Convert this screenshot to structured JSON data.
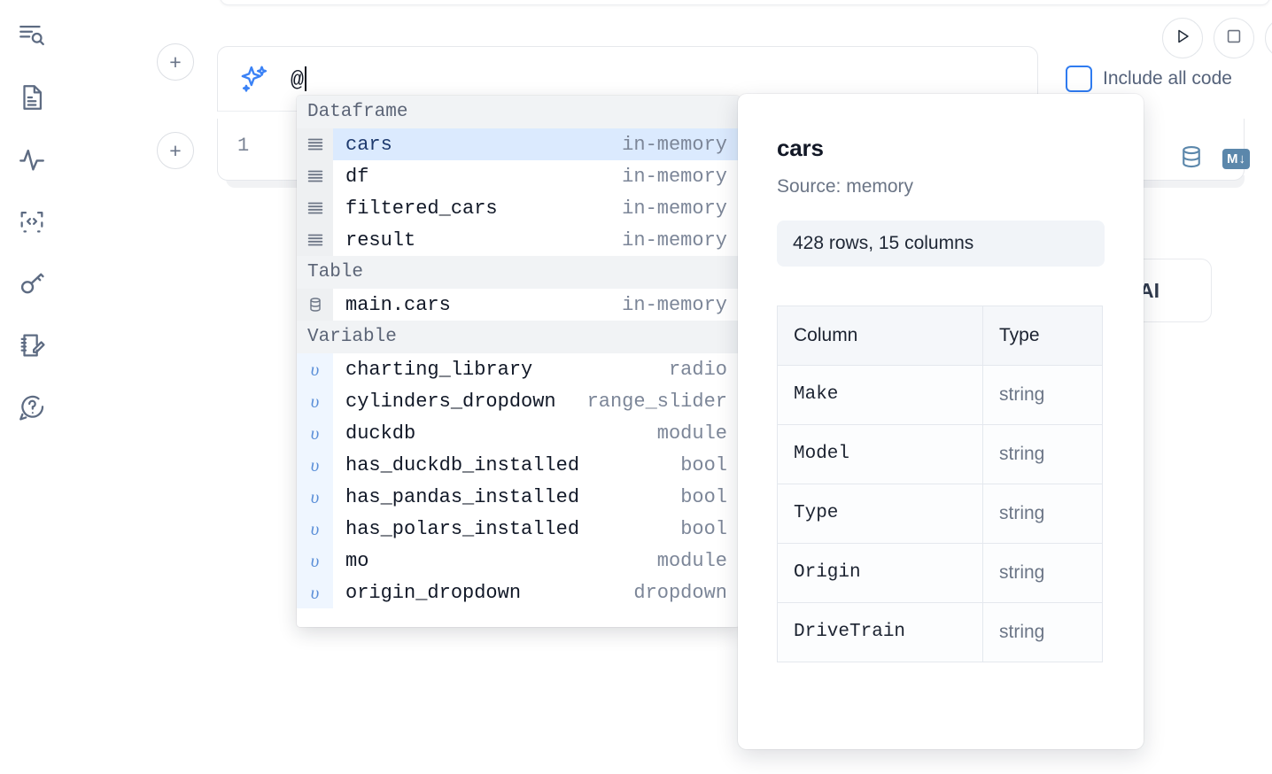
{
  "sidebar": {
    "items": [
      {
        "name": "outline-search-icon",
        "label": "Outline"
      },
      {
        "name": "file-document-icon",
        "label": "Documentation"
      },
      {
        "name": "activity-pulse-icon",
        "label": "Activity"
      },
      {
        "name": "code-snippet-icon",
        "label": "Snippets"
      },
      {
        "name": "key-icon",
        "label": "Secrets"
      },
      {
        "name": "notebook-edit-icon",
        "label": "Scratchpad"
      },
      {
        "name": "help-question-icon",
        "label": "Help"
      }
    ]
  },
  "toolbar": {
    "add_button_label": "+",
    "run_icon": "play-icon",
    "stop_icon": "stop-icon",
    "include_all_code_label": "Include all code",
    "include_all_code_checked": false,
    "accent_color": "#2f7bf0"
  },
  "prompt": {
    "ai_icon": "sparkle-icon",
    "value": "@",
    "placeholder": ""
  },
  "cell": {
    "line_number": "1",
    "database_icon": "database-icon",
    "markdown_badge": "M",
    "markdown_arrow": "↓"
  },
  "background_chip": {
    "label": "h AI"
  },
  "autocomplete": {
    "groups": [
      {
        "label": "Dataframe",
        "icon": "dataframe-icon",
        "items": [
          {
            "name": "cars",
            "type": "in-memory",
            "selected": true
          },
          {
            "name": "df",
            "type": "in-memory",
            "selected": false
          },
          {
            "name": "filtered_cars",
            "type": "in-memory",
            "selected": false
          },
          {
            "name": "result",
            "type": "in-memory",
            "selected": false
          }
        ]
      },
      {
        "label": "Table",
        "icon": "table-database-icon",
        "items": [
          {
            "name": "main.cars",
            "type": "in-memory",
            "selected": false
          }
        ]
      },
      {
        "label": "Variable",
        "icon": "variable-icon",
        "items": [
          {
            "name": "charting_library",
            "type": "radio",
            "selected": false
          },
          {
            "name": "cylinders_dropdown",
            "type": "range_slider",
            "selected": false
          },
          {
            "name": "duckdb",
            "type": "module",
            "selected": false
          },
          {
            "name": "has_duckdb_installed",
            "type": "bool",
            "selected": false
          },
          {
            "name": "has_pandas_installed",
            "type": "bool",
            "selected": false
          },
          {
            "name": "has_polars_installed",
            "type": "bool",
            "selected": false
          },
          {
            "name": "mo",
            "type": "module",
            "selected": false
          },
          {
            "name": "origin_dropdown",
            "type": "dropdown",
            "selected": false
          }
        ]
      }
    ]
  },
  "info_panel": {
    "title": "cars",
    "source": "Source: memory",
    "shape": "428 rows, 15 columns",
    "table": {
      "headers": [
        "Column",
        "Type"
      ],
      "rows": [
        [
          "Make",
          "string"
        ],
        [
          "Model",
          "string"
        ],
        [
          "Type",
          "string"
        ],
        [
          "Origin",
          "string"
        ],
        [
          "DriveTrain",
          "string"
        ]
      ]
    }
  }
}
